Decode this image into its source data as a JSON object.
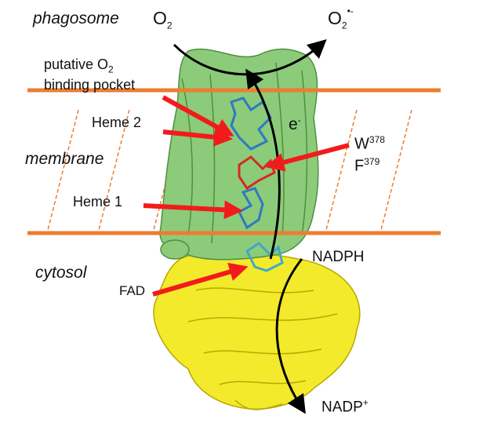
{
  "labels": {
    "phagosome": "phagosome",
    "membrane": "membrane",
    "cytosol": "cytosol",
    "o2": "O",
    "o2_sub": "2",
    "superoxide": "O",
    "superoxide_sub": "2",
    "superoxide_sup": "•-",
    "pocket_line1_pre": "putative O",
    "pocket_line1_sub": "2",
    "pocket_line2": "binding pocket",
    "heme2": "Heme 2",
    "heme1": "Heme 1",
    "electron": "e",
    "electron_sup": "-",
    "w_res": "W",
    "w_num": "378",
    "f_res": "F",
    "f_num": "379",
    "fad": "FAD",
    "nadph": "NADPH",
    "nadp": "NADP",
    "nadp_sup": "+"
  },
  "colors": {
    "membrane_line": "#ED7D31",
    "transmembrane_domain": "#8CCB7A",
    "dehydrogenase_domain": "#F2EA2A",
    "heme": "#2F78C4",
    "residues": "#D62A20",
    "pointer_arrow": "#F21B1B",
    "flow_arrow": "#000000"
  }
}
